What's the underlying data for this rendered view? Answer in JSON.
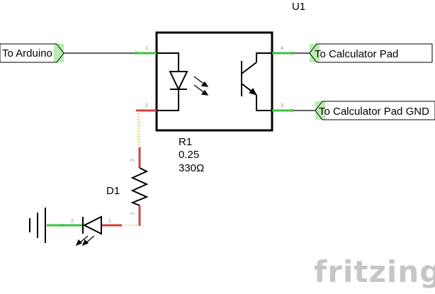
{
  "components": {
    "optocoupler": {
      "ref": "U1"
    },
    "resistor": {
      "ref": "R1",
      "power": "0.25",
      "resistance": "330Ω"
    },
    "led": {
      "ref": "D1"
    }
  },
  "net_labels": {
    "arduino": "To Arduino",
    "calc_pad": "To Calculator Pad",
    "calc_gnd": "To Calculator Pad GND"
  },
  "pins": {
    "u1_1": "1",
    "u1_2": "2",
    "u1_3": "3",
    "u1_4": "4",
    "r1_1": "1",
    "r1_2": "2",
    "d1_1": "1",
    "d1_2": "2"
  },
  "watermark": "fritzing",
  "colors": {
    "wire": "#000000",
    "pin_connected": "#3fbf3f",
    "pin_unconnected": "#d04040",
    "label_highlight": "#b9ecb0",
    "ratsnest": "#e0b000",
    "watermark": "#c6c6c6"
  }
}
